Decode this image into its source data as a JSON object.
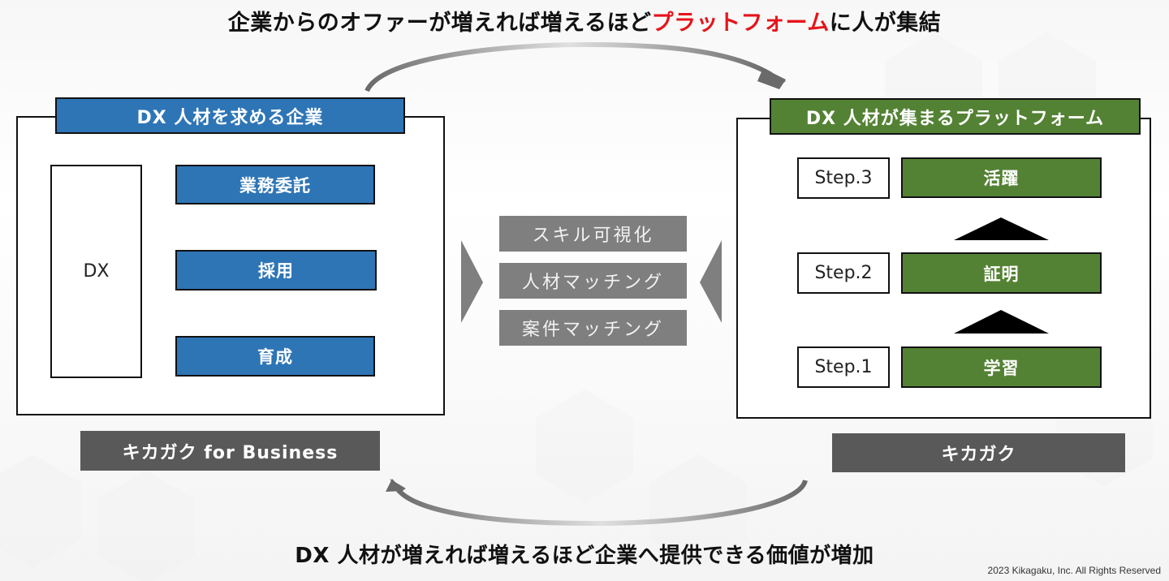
{
  "headline_top": {
    "prefix": "企業からのオファーが増えれば増えるほど",
    "accent": "プラットフォーム",
    "suffix": "に人が集結",
    "accent_color": "#e6141b"
  },
  "headline_bottom": "DX 人材が増えれば増えるほど企業へ提供できる価値が増加",
  "left_panel": {
    "title": "DX 人材を求める企業",
    "dx_label": "DX",
    "items": [
      "業務委託",
      "採用",
      "育成"
    ],
    "color": "#2e75b6",
    "brand": "キカガク for Business"
  },
  "center": {
    "features": [
      "スキル可視化",
      "人材マッチング",
      "案件マッチング"
    ],
    "arrow_left_icon": "triangle-right-icon",
    "arrow_right_icon": "triangle-left-icon"
  },
  "right_panel": {
    "title": "DX 人材が集まるプラットフォーム",
    "steps": [
      {
        "label": "Step.3",
        "value": "活躍"
      },
      {
        "label": "Step.2",
        "value": "証明"
      },
      {
        "label": "Step.1",
        "value": "学習"
      }
    ],
    "color": "#548235",
    "brand": "キカガク"
  },
  "arrows": {
    "top": "curved-arrow-right-icon",
    "bottom": "curved-arrow-left-icon"
  },
  "copyright": "2023 Kikagaku, Inc. All Rights Reserved"
}
